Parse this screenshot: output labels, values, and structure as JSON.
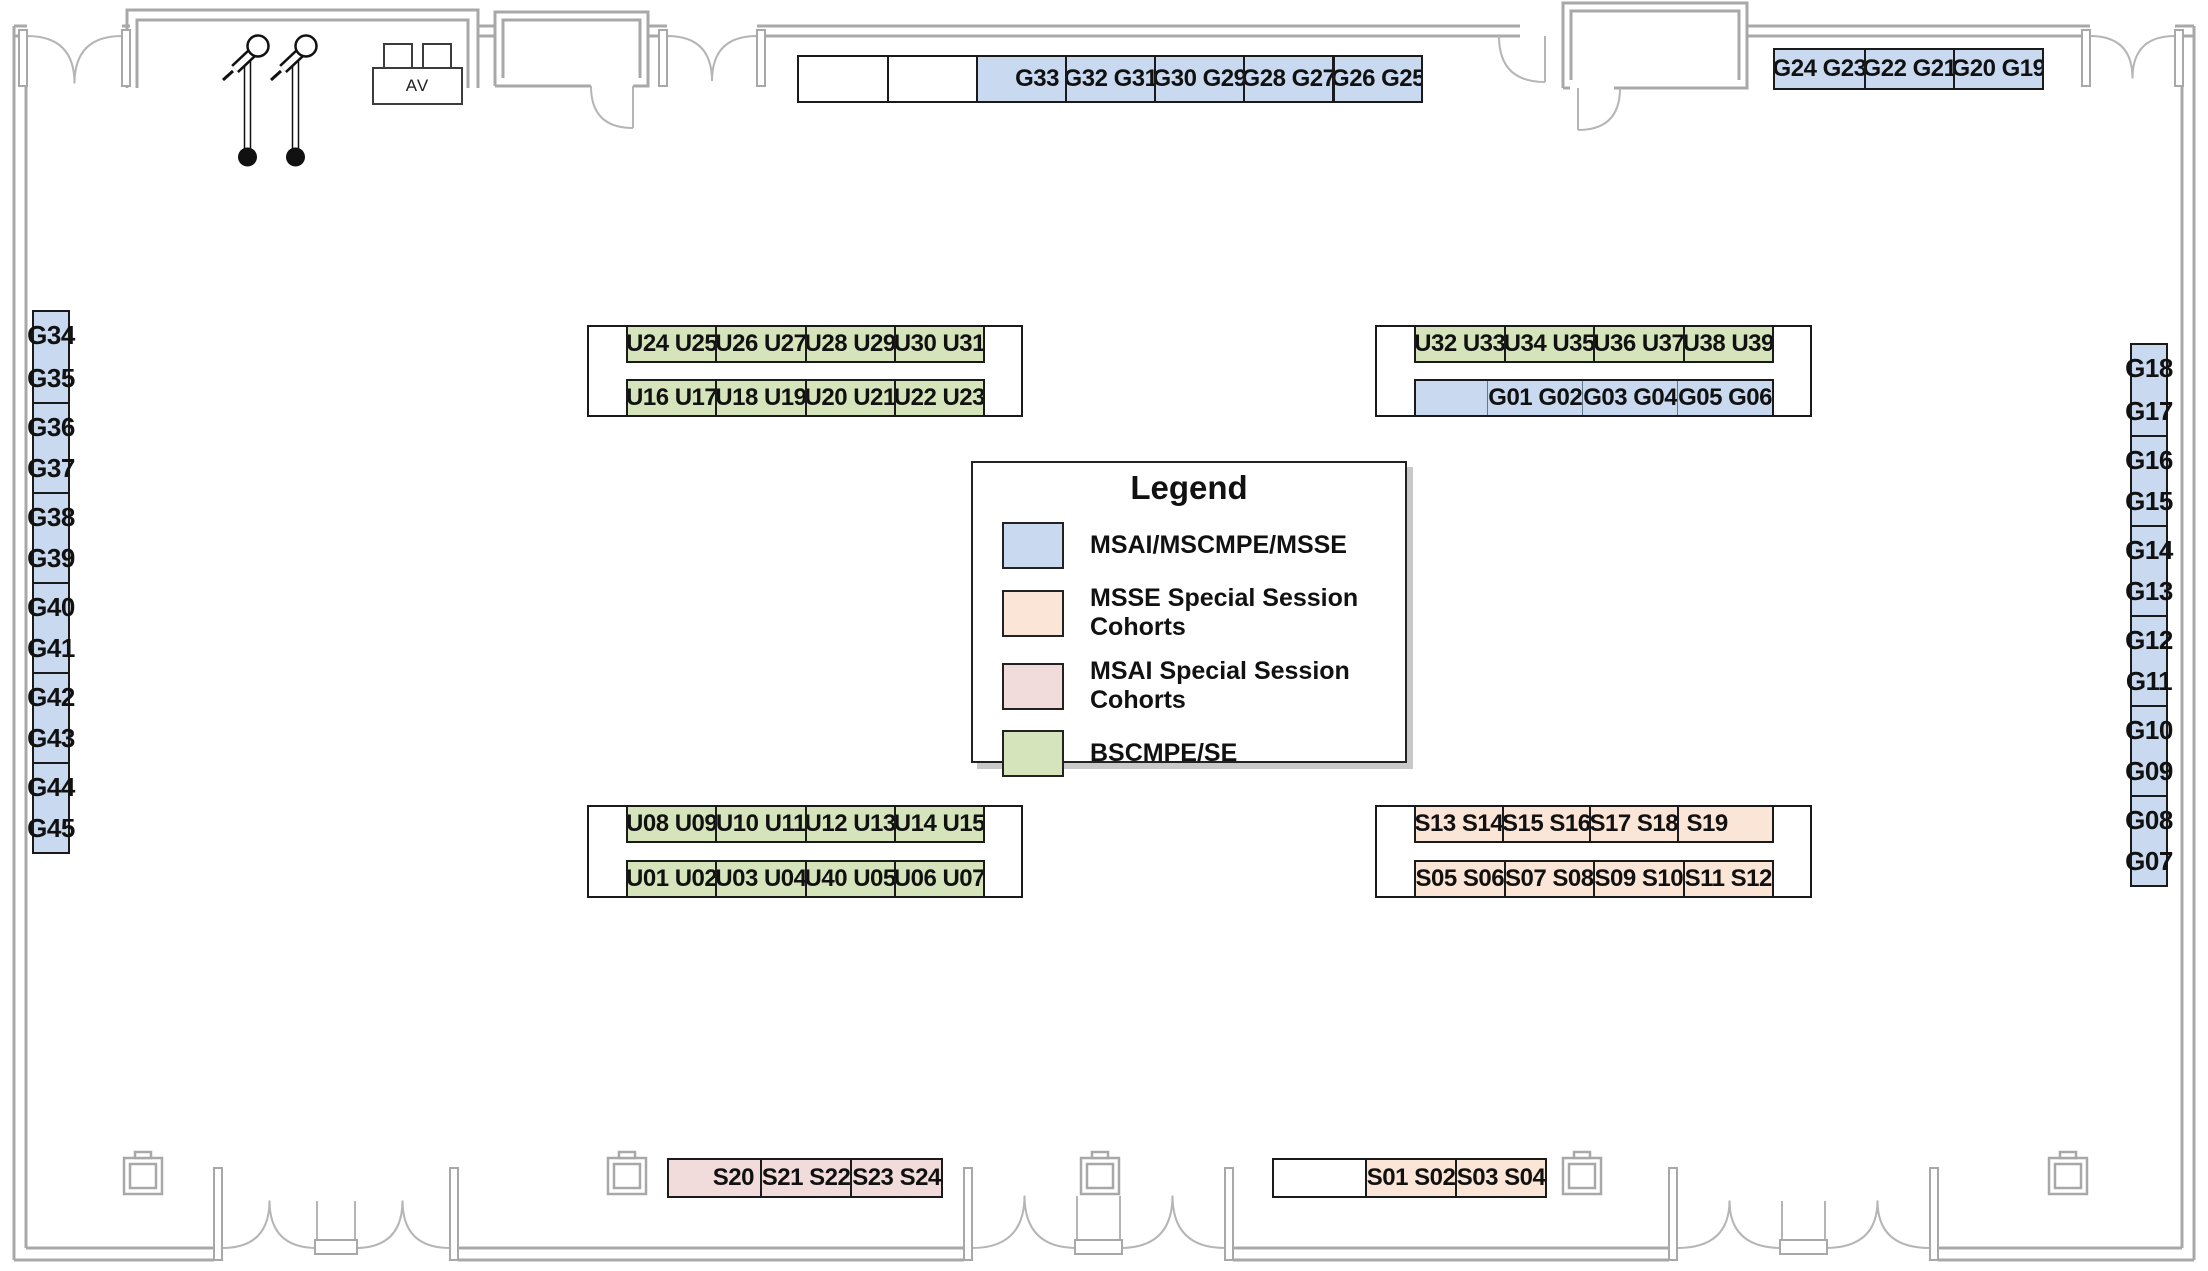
{
  "title": "Event floor plan with booth assignments",
  "legend": {
    "title": "Legend",
    "items": [
      {
        "label": "MSAI/MSCMPE/MSSE",
        "color": "#c9daf0"
      },
      {
        "label": "MSSE Special Session Cohorts",
        "color": "#fbe5d6"
      },
      {
        "label": "MSAI Special Session Cohorts",
        "color": "#f1dcdb"
      },
      {
        "label": "BSCMPE/SE",
        "color": "#d6e4bc"
      }
    ]
  },
  "colors": {
    "msai_mscmpe_msse_blue": "#c9daf0",
    "msse_special_peach": "#fbe5d6",
    "msai_special_pink": "#f1dcdb",
    "bscmpe_se_green": "#d6e4bc",
    "wall_gray": "#a8a8a8"
  },
  "av": {
    "label": "AV"
  },
  "top_center_strip": {
    "white_cells": [
      "",
      ""
    ],
    "cells": [
      "G33",
      "G32 G31",
      "G30 G29",
      "G28 G27",
      "G26 G25"
    ]
  },
  "top_right_strip": {
    "cells": [
      "G24 G23",
      "G22 G21",
      "G20 G19"
    ]
  },
  "left_column": {
    "cells": [
      [
        "G34",
        "G35"
      ],
      [
        "G36",
        "G37"
      ],
      [
        "G38",
        "G39"
      ],
      [
        "G40",
        "G41"
      ],
      [
        "G42",
        "G43"
      ],
      [
        "G44",
        "G45"
      ]
    ]
  },
  "right_column": {
    "cells": [
      [
        "G18",
        "G17"
      ],
      [
        "G16",
        "G15"
      ],
      [
        "G14",
        "G13"
      ],
      [
        "G12",
        "G11"
      ],
      [
        "G10",
        "G09"
      ],
      [
        "G08",
        "G07"
      ]
    ]
  },
  "upper_left_table": {
    "top_row": [
      "U24 U25",
      "U26 U27",
      "U28 U29",
      "U30 U31"
    ],
    "bottom_row": [
      "U16 U17",
      "U18 U19",
      "U20 U21",
      "U22 U23"
    ]
  },
  "upper_right_table": {
    "top_row": [
      "U32 U33",
      "U34 U35",
      "U36 U37",
      "U38 U39"
    ],
    "bottom_row": [
      "",
      "G01 G02",
      "G03 G04",
      "G05 G06"
    ]
  },
  "lower_left_table": {
    "top_row": [
      "U08 U09",
      "U10 U11",
      "U12 U13",
      "U14 U15"
    ],
    "bottom_row": [
      "U01 U02",
      "U03 U04",
      "U40 U05",
      "U06 U07"
    ]
  },
  "lower_right_table": {
    "top_row": [
      "S13 S14",
      "S15 S16",
      "S17 S18",
      "S19"
    ],
    "bottom_row": [
      "S05 S06",
      "S07 S08",
      "S09 S10",
      "S11 S12"
    ]
  },
  "bottom_left_strip": {
    "cells": [
      "S20",
      "S21 S22",
      "S23 S24"
    ]
  },
  "bottom_right_strip": {
    "white_cell": "",
    "cells": [
      "S01 S02",
      "S03 S04"
    ]
  }
}
